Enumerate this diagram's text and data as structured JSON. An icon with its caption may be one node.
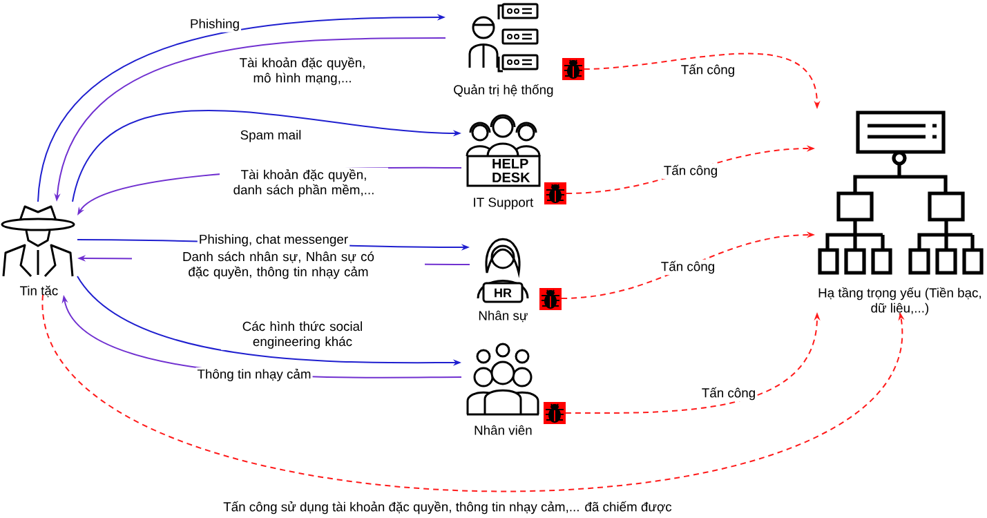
{
  "diagram": {
    "nodes": [
      {
        "text": [
          "Tin tặc"
        ]
      },
      {
        "text": [
          "Quản trị hệ thống"
        ]
      },
      {
        "text": [
          "HELP DESK",
          "IT Support"
        ]
      },
      {
        "text": [
          "HR",
          "Nhân sự"
        ]
      },
      {
        "text": [
          "Nhân viên"
        ]
      },
      {
        "text": [],
        "shape": "bug"
      },
      {
        "text": [],
        "shape": "bug"
      },
      {
        "text": [],
        "shape": "bug"
      },
      {
        "text": [],
        "shape": "bug"
      },
      {
        "text": [
          "Hạ tầng trọng yếu (Tiền bạc, dữ liệu,...)"
        ]
      }
    ],
    "edges": [
      {
        "from": 0,
        "to": 1,
        "arrow": "to",
        "label": "Phishing",
        "color": "#1f1fcf"
      },
      {
        "from": 1,
        "to": 0,
        "arrow": "to",
        "label": "Tài khoản đặc quyền, mô hình mạng,...",
        "color": "#7030d0"
      },
      {
        "from": 0,
        "to": 2,
        "arrow": "to",
        "label": "Spam mail",
        "color": "#1f1fcf"
      },
      {
        "from": 2,
        "to": 0,
        "arrow": "to",
        "label": "Tài khoản đặc quyền, danh sách phần mềm,...",
        "color": "#7030d0"
      },
      {
        "from": 0,
        "to": 3,
        "arrow": "to",
        "label": "Phishing, chat messenger",
        "color": "#1f1fcf"
      },
      {
        "from": 3,
        "to": 0,
        "arrow": "to",
        "label": "Danh sách nhân sự, Nhân sự có đặc quyền, thông tin nhạy cảm",
        "color": "#7030d0"
      },
      {
        "from": 0,
        "to": 4,
        "arrow": "to",
        "label": "Các hình thức social engineering khác",
        "color": "#1f1fcf"
      },
      {
        "from": 4,
        "to": 0,
        "arrow": "to",
        "label": "Thông tin nhạy cảm",
        "color": "#7030d0"
      },
      {
        "from": 5,
        "to": 9,
        "arrow": "to",
        "label": "Tấn công",
        "style": "dashed",
        "color": "#ff1a1a"
      },
      {
        "from": 6,
        "to": 9,
        "arrow": "to",
        "label": "Tấn công",
        "style": "dashed",
        "color": "#ff1a1a"
      },
      {
        "from": 7,
        "to": 9,
        "arrow": "to",
        "label": "Tấn công",
        "style": "dashed",
        "color": "#ff1a1a"
      },
      {
        "from": 8,
        "to": 9,
        "arrow": "to",
        "label": "Tấn công",
        "style": "dashed",
        "color": "#ff1a1a"
      },
      {
        "from": 0,
        "to": 9,
        "arrow": "to",
        "label": "Tấn công sử dụng tài khoản đặc quyền, thông tin nhạy cảm,... đã chiếm được",
        "style": "dashed",
        "color": "#ff1a1a"
      }
    ]
  }
}
